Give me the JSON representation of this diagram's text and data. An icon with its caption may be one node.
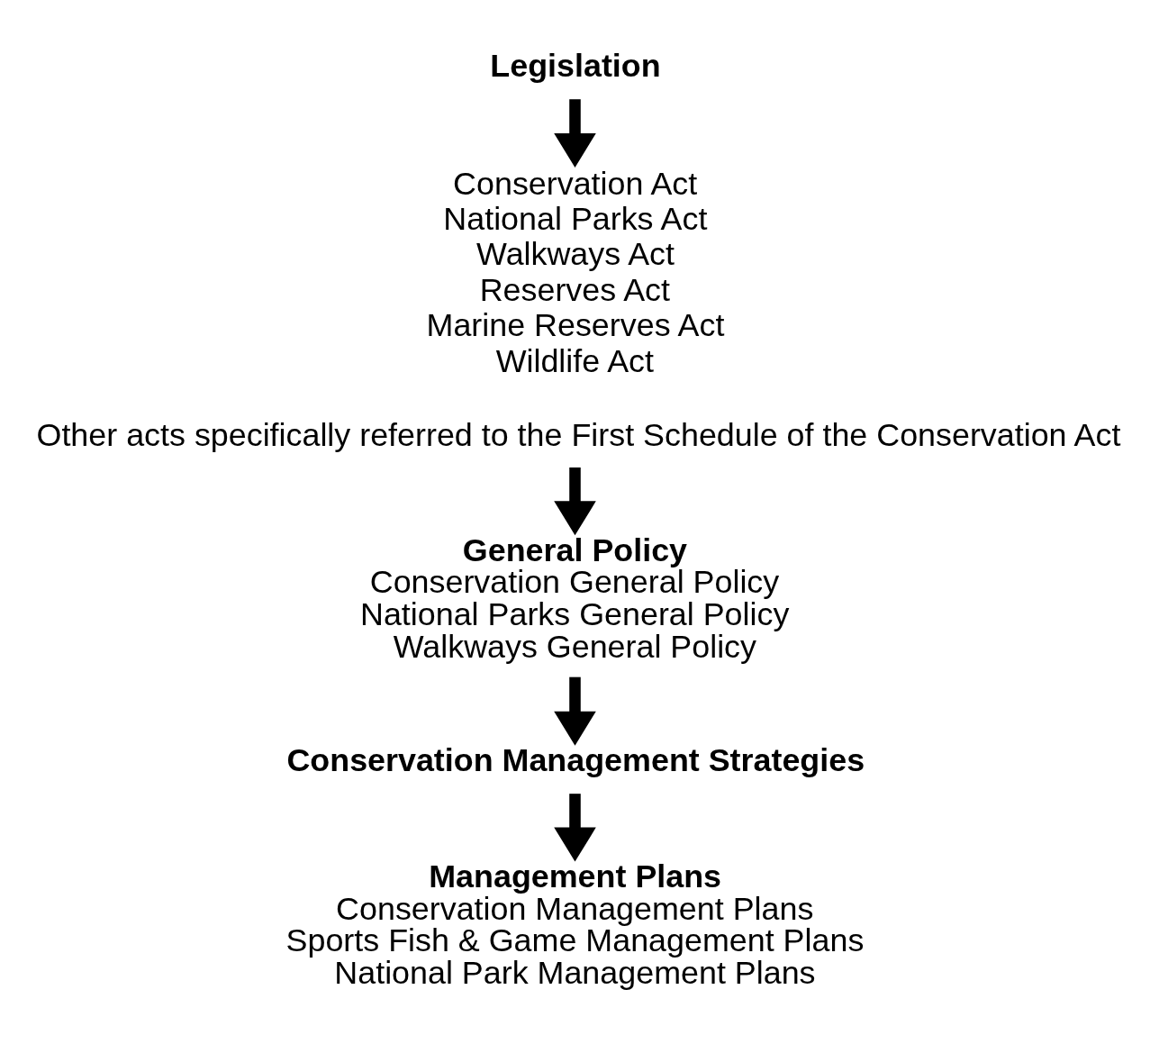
{
  "diagram": {
    "nodes": [
      {
        "text": [
          "Legislation"
        ]
      },
      {
        "text": [
          "Conservation Act",
          "National Parks Act",
          "Walkways Act",
          "Reserves Act",
          "Marine Reserves Act",
          "Wildlife Act",
          "Other acts specifically referred to the First Schedule of the Conservation Act"
        ]
      },
      {
        "text": [
          "General Policy",
          "Conservation General Policy",
          "National Parks General Policy",
          "Walkways General Policy"
        ]
      },
      {
        "text": [
          "Conservation Management Strategies"
        ]
      },
      {
        "text": [
          "Management Plans",
          "Conservation Management Plans",
          "Sports Fish & Game Management Plans",
          "National Park Management Plans"
        ]
      }
    ],
    "edges": [
      {
        "from": 0,
        "to": 1,
        "arrow": "to"
      },
      {
        "from": 1,
        "to": 2,
        "arrow": "to"
      },
      {
        "from": 2,
        "to": 3,
        "arrow": "to"
      },
      {
        "from": 3,
        "to": 4,
        "arrow": "to"
      }
    ]
  }
}
